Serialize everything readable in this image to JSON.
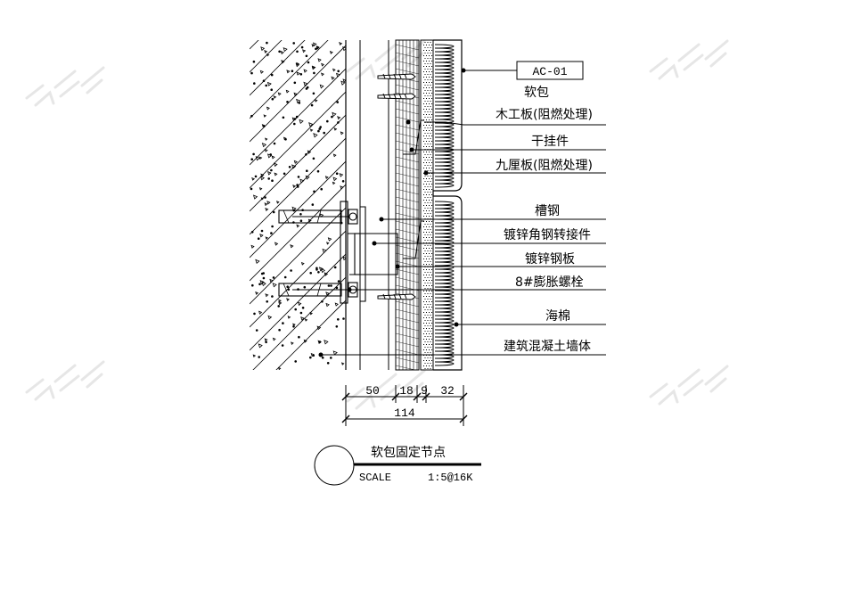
{
  "tag": "AC-01",
  "callouts": [
    {
      "id": "soft-pack",
      "text": "软包"
    },
    {
      "id": "wood-board",
      "text": "木工板(阻燃处理)"
    },
    {
      "id": "dry-hanger",
      "text": "干挂件"
    },
    {
      "id": "nine-ply",
      "text": "九厘板(阻燃处理)"
    },
    {
      "id": "channel-steel",
      "text": "槽钢"
    },
    {
      "id": "angle-adapter",
      "text": "镀锌角钢转接件"
    },
    {
      "id": "galv-plate",
      "text": "镀锌钢板"
    },
    {
      "id": "anchor-bolt",
      "text": "8#膨胀螺栓"
    },
    {
      "id": "sponge",
      "text": "海棉"
    },
    {
      "id": "concrete-wall",
      "text": "建筑混凝土墙体"
    }
  ],
  "dimensions": {
    "segments": [
      "50",
      "18",
      "9",
      "32"
    ],
    "total": "114"
  },
  "title_block": {
    "title": "软包固定节点",
    "scale_label": "SCALE",
    "scale_value": "1:5@16K"
  }
}
